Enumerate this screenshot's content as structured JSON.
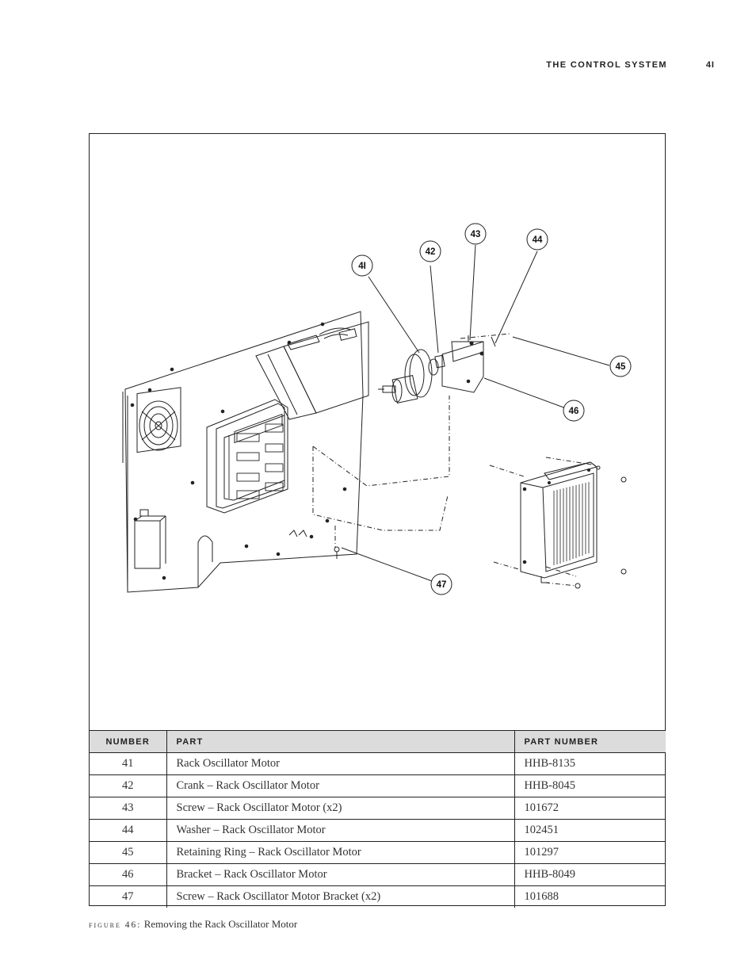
{
  "header": {
    "section_title": "THE CONTROL SYSTEM",
    "page_number": "4I"
  },
  "diagram": {
    "callouts": [
      "4I",
      "42",
      "43",
      "44",
      "45",
      "46",
      "47"
    ]
  },
  "parts_table": {
    "columns": [
      "NUMBER",
      "PART",
      "PART NUMBER"
    ],
    "rows": [
      {
        "number": "41",
        "part": "Rack Oscillator Motor",
        "part_number": "HHB-8135"
      },
      {
        "number": "42",
        "part": "Crank – Rack Oscillator Motor",
        "part_number": "HHB-8045"
      },
      {
        "number": "43",
        "part": "Screw – Rack Oscillator Motor (x2)",
        "part_number": "101672"
      },
      {
        "number": "44",
        "part": "Washer – Rack Oscillator Motor",
        "part_number": "102451"
      },
      {
        "number": "45",
        "part": "Retaining Ring – Rack Oscillator Motor",
        "part_number": "101297"
      },
      {
        "number": "46",
        "part": "Bracket – Rack Oscillator Motor",
        "part_number": "HHB-8049"
      },
      {
        "number": "47",
        "part": "Screw – Rack Oscillator Motor Bracket (x2)",
        "part_number": "101688"
      }
    ]
  },
  "caption": {
    "label": "figure 46:",
    "text": "Removing the Rack Oscillator Motor"
  }
}
